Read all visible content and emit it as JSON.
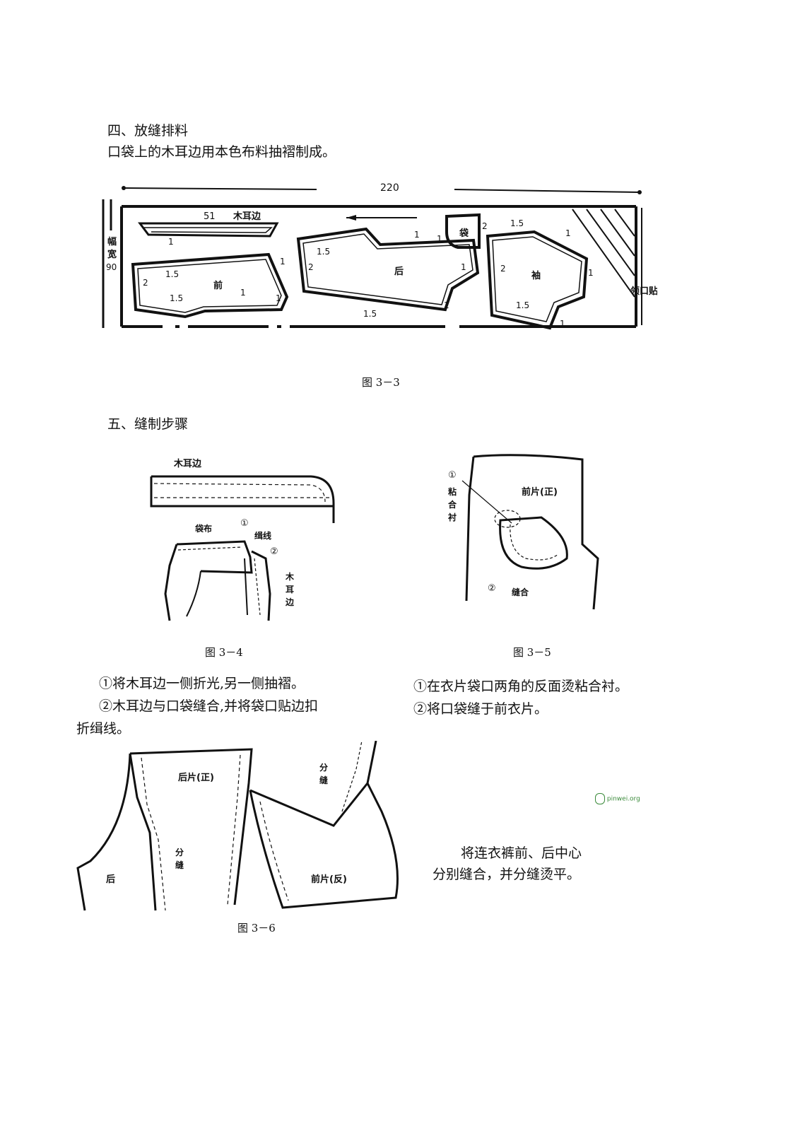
{
  "section4": {
    "heading": "四、放缝排料",
    "body": "口袋上的木耳边用本色布料抽褶制成。"
  },
  "fig33": {
    "caption": "图 3－3",
    "width_label": "220",
    "fabric_label": [
      "幅",
      "宽",
      "90"
    ],
    "pieces": {
      "ruffle_len": "51",
      "ruffle": "木耳边",
      "pocket": "袋",
      "front": "前",
      "back": "后",
      "sleeve": "袖",
      "facing": "领口贴边"
    },
    "allowances": {
      "a1": "1",
      "a15": "1.5",
      "a2": "2"
    }
  },
  "section5": {
    "heading": "五、缝制步骤"
  },
  "fig34": {
    "caption": "图 3－4",
    "ruffle": "木耳边",
    "pocket_cloth": "袋布",
    "fold_line": "缉线",
    "mark1": "①",
    "mark2": "②",
    "ruffle_vertical": [
      "木",
      "耳",
      "边"
    ]
  },
  "fig35": {
    "caption": "图 3－5",
    "front_label": "前片(正)",
    "mark1": "①",
    "mark2": "②",
    "interfacing": [
      "粘",
      "合",
      "衬"
    ],
    "sew": "缝合"
  },
  "text34": {
    "line1": "①将木耳边一侧折光,另一侧抽褶。",
    "line2": "②木耳边与口袋缝合,并将袋口贴边扣",
    "line3": "折缉线。"
  },
  "text35": {
    "line1": "①在衣片袋口两角的反面烫粘合衬。",
    "line2": "②将口袋缝于前衣片。"
  },
  "fig36": {
    "caption": "图 3－6",
    "back_label": "后片(正)",
    "front_label": "前片(反)",
    "back": "后",
    "split": [
      "分",
      "缝"
    ],
    "split2": [
      "分",
      "缝"
    ]
  },
  "text36": {
    "line1": "将连衣裤前、后中心",
    "line2": "分别缝合，并分缝烫平。"
  },
  "watermark": {
    "text": "pinwei.org"
  }
}
